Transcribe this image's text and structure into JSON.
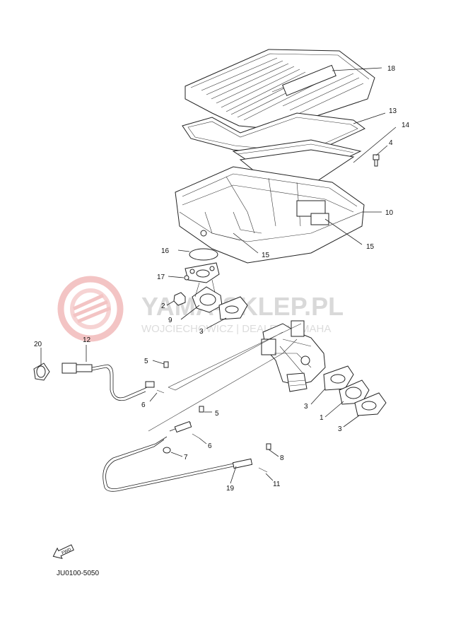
{
  "watermark": {
    "title": "YAMA-SKLEP.PL",
    "subtitle": "WOJCIECHOWICZ | DEALER YAMAHA"
  },
  "callouts": [
    "1",
    "2",
    "3",
    "3",
    "3",
    "4",
    "5",
    "5",
    "6",
    "6",
    "7",
    "8",
    "9",
    "10",
    "11",
    "12",
    "13",
    "14",
    "15",
    "15",
    "16",
    "17",
    "18",
    "19",
    "20"
  ],
  "fwd_label": "FWD",
  "diagram_code": "JU0100-5050"
}
